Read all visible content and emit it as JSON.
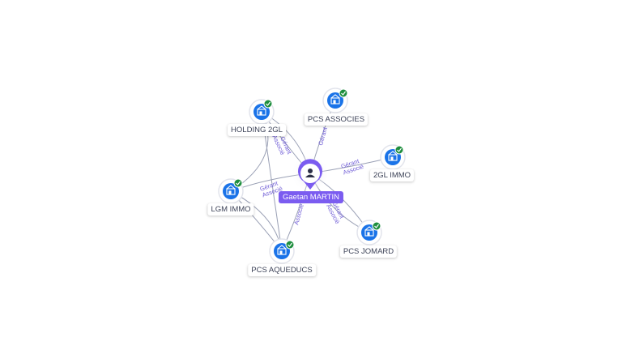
{
  "center": {
    "name": "Gaetan MARTIN",
    "icon": "person-icon",
    "color": "#7b5cf0"
  },
  "companies": [
    {
      "id": "holding2gl",
      "name": "HOLDING 2GL",
      "icon": "building-icon",
      "verified": true
    },
    {
      "id": "pcsassocies",
      "name": "PCS ASSOCIES",
      "icon": "building-icon",
      "verified": true
    },
    {
      "id": "2glimmo",
      "name": "2GL IMMO",
      "icon": "building-icon",
      "verified": true
    },
    {
      "id": "lgmimmo",
      "name": "LGM IMMO",
      "icon": "building-icon",
      "verified": true
    },
    {
      "id": "pcsaqueducs",
      "name": "PCS AQUEDUCS",
      "icon": "building-icon",
      "verified": true
    },
    {
      "id": "pcsjomard",
      "name": "PCS JOMARD",
      "icon": "building-icon",
      "verified": true
    }
  ],
  "relations": {
    "holding2gl": "Gérant\nAssocié",
    "pcsassocies": "Gérant",
    "2glimmo": "Gérant\nAssocié",
    "lgmimmo": "Gérant\nAssocié",
    "pcsaqueducs": "Associé",
    "pcsjomard": "Gérant\nAssocié"
  },
  "colors": {
    "node": "#1a73e8",
    "verified": "#1e8e3e",
    "edge": "#9aa0b5",
    "edge_label": "#6e5bd6"
  }
}
